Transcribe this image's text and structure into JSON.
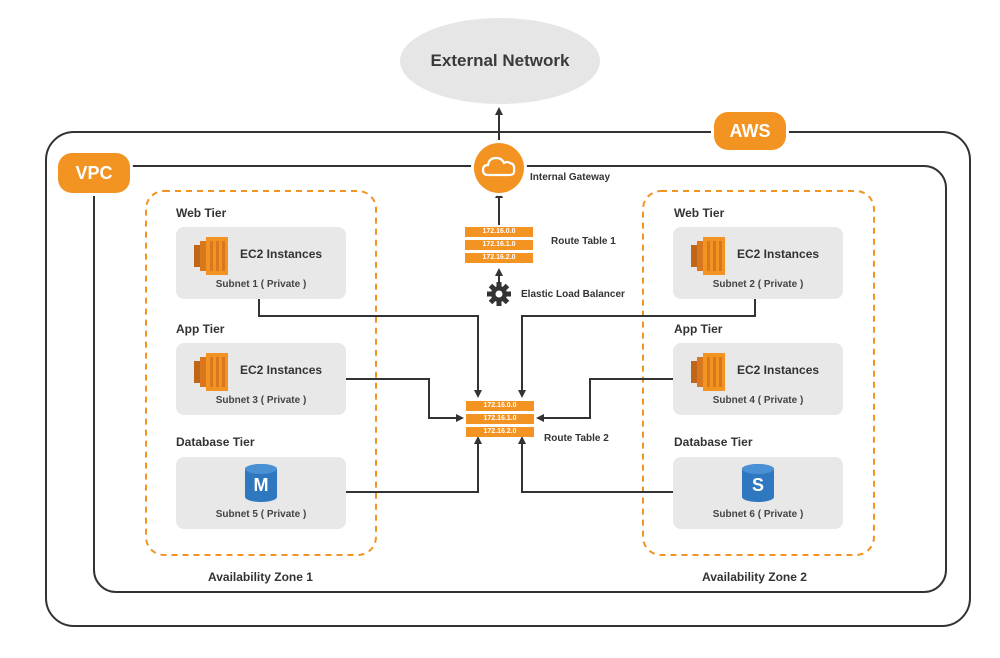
{
  "external_network": "External Network",
  "aws_badge": "AWS",
  "vpc_badge": "VPC",
  "internal_gateway": "Internal Gateway",
  "route_table_1": {
    "label": "Route Table 1",
    "entries": [
      "172.16.0.0",
      "172.16.1.0",
      "172.16.2.0"
    ]
  },
  "route_table_2": {
    "label": "Route Table 2",
    "entries": [
      "172.16.0.0",
      "172.16.1.0",
      "172.16.2.0"
    ]
  },
  "elastic_load_balancer": "Elastic Load Balancer",
  "zones": [
    {
      "label": "Availability Zone 1",
      "tiers": [
        {
          "heading": "Web Tier",
          "title": "EC2 Instances",
          "subnet": "Subnet 1 ( Private )",
          "icon": "ec2-icon"
        },
        {
          "heading": "App Tier",
          "title": "EC2 Instances",
          "subnet": "Subnet 3 ( Private )",
          "icon": "ec2-icon"
        },
        {
          "heading": "Database Tier",
          "title": "",
          "subnet": "Subnet 5 ( Private )",
          "icon": "database-master-icon",
          "db_letter": "M"
        }
      ]
    },
    {
      "label": "Availability Zone 2",
      "tiers": [
        {
          "heading": "Web Tier",
          "title": "EC2 Instances",
          "subnet": "Subnet 2 ( Private )",
          "icon": "ec2-icon"
        },
        {
          "heading": "App Tier",
          "title": "EC2 Instances",
          "subnet": "Subnet 4 ( Private )",
          "icon": "ec2-icon"
        },
        {
          "heading": "Database Tier",
          "title": "",
          "subnet": "Subnet 6 ( Private )",
          "icon": "database-slave-icon",
          "db_letter": "S"
        }
      ]
    }
  ],
  "colors": {
    "accent": "#f39322",
    "card": "#e8e8e8",
    "line": "#333333",
    "cloud": "#e6e6e6",
    "db_icon": "#2f78c0"
  }
}
